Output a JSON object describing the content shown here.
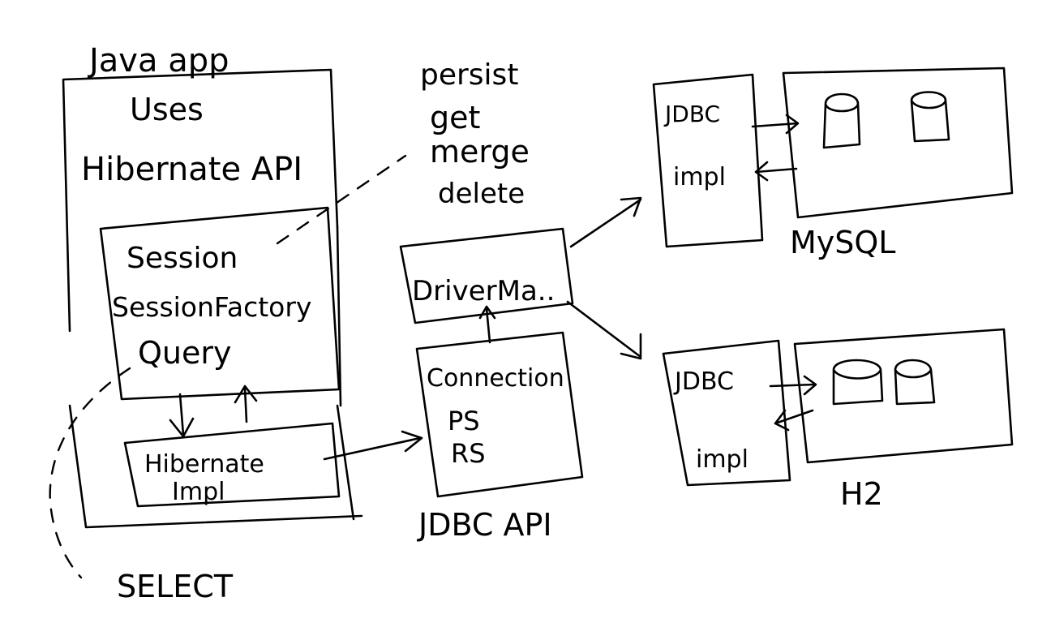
{
  "java_app": {
    "title": "Java app",
    "uses_line1": "Uses",
    "uses_line2": "Hibernate API",
    "session": "Session",
    "session_factory": "SessionFactory",
    "query": "Query",
    "impl_line1": "Hibernate",
    "impl_line2": "Impl"
  },
  "operations": [
    "persist",
    "get",
    "merge",
    "delete"
  ],
  "jdbc_api": {
    "driver_manager": "DriverMa..",
    "connection": "Connection",
    "ps": "PS",
    "rs": "RS",
    "label": "JDBC API"
  },
  "databases": [
    {
      "jdbc_label": "JDBC",
      "impl_label": "impl",
      "name": "MySQL"
    },
    {
      "jdbc_label": "JDBC",
      "impl_label": "impl",
      "name": "H2"
    }
  ],
  "select_label": "SELECT"
}
